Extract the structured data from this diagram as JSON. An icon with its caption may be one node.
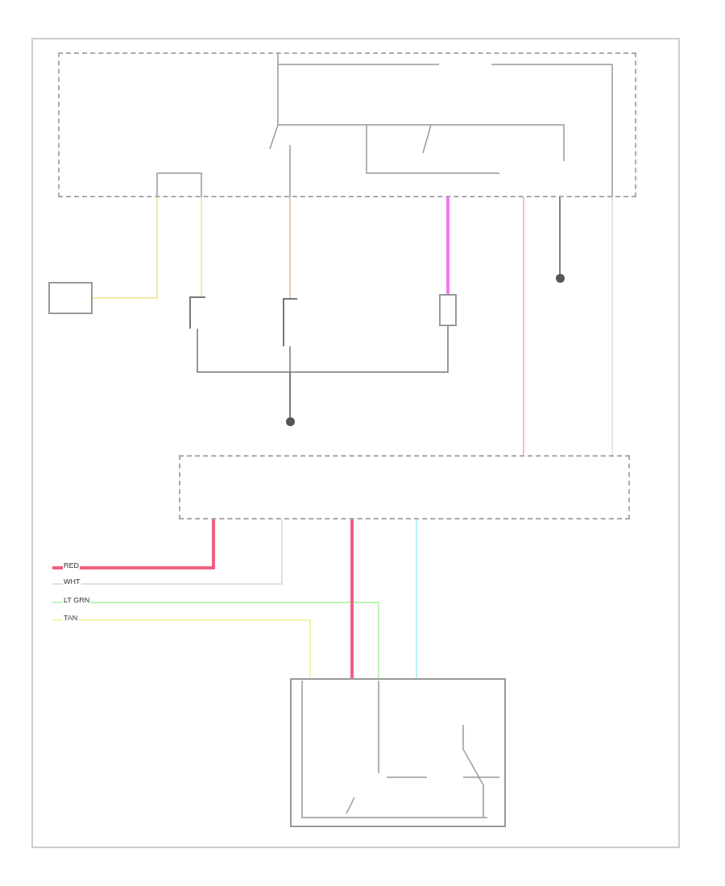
{
  "diagram": {
    "nodes": [
      {
        "text": [],
        "shape": "box"
      },
      {
        "text": [],
        "shape": "box"
      },
      {
        "text": [],
        "shape": "box"
      },
      {
        "text": [],
        "shape": "box"
      },
      {
        "text": [],
        "shape": "circle"
      },
      {
        "text": [],
        "shape": "box"
      },
      {
        "text": [],
        "shape": "box"
      },
      {
        "text": [],
        "shape": "box"
      },
      {
        "text": [],
        "shape": "circle"
      }
    ],
    "edges": [
      {
        "from": 0,
        "to": 3,
        "arrow": "none",
        "color": "#f0e08a"
      },
      {
        "from": 0,
        "to": 6,
        "arrow": "none",
        "color": "#f0e08a"
      },
      {
        "from": 0,
        "to": 7,
        "arrow": "none",
        "color": "#f5b090"
      },
      {
        "from": 0,
        "to": 5,
        "arrow": "none",
        "style": "thick",
        "color": "#f07af0"
      },
      {
        "from": 0,
        "to": 1,
        "arrow": "none",
        "color": "#f5a0c0"
      },
      {
        "from": 0,
        "to": 4,
        "arrow": "none",
        "color": "#555555"
      },
      {
        "from": 0,
        "to": 1,
        "arrow": "none",
        "color": "#dddddd"
      },
      {
        "from": 6,
        "to": 8,
        "arrow": "none",
        "color": "#777777"
      },
      {
        "from": 7,
        "to": 8,
        "arrow": "none",
        "color": "#777777"
      },
      {
        "from": 5,
        "to": 8,
        "arrow": "none",
        "color": "#777777"
      },
      {
        "from": 1,
        "to": null,
        "arrow": "none",
        "label": "RED",
        "style": "thick",
        "color": "#f06080"
      },
      {
        "from": 1,
        "to": null,
        "arrow": "none",
        "label": "WHT",
        "color": "#d8d8d8"
      },
      {
        "from": null,
        "to": 2,
        "arrow": "none",
        "label": "LT GRN",
        "color": "#a8f0a0"
      },
      {
        "from": null,
        "to": 2,
        "arrow": "none",
        "label": "TAN",
        "color": "#f0f090"
      },
      {
        "from": 1,
        "to": 2,
        "arrow": "none",
        "style": "thick",
        "color": "#f06080"
      },
      {
        "from": 1,
        "to": 2,
        "arrow": "none",
        "color": "#a0f0f0"
      }
    ]
  }
}
